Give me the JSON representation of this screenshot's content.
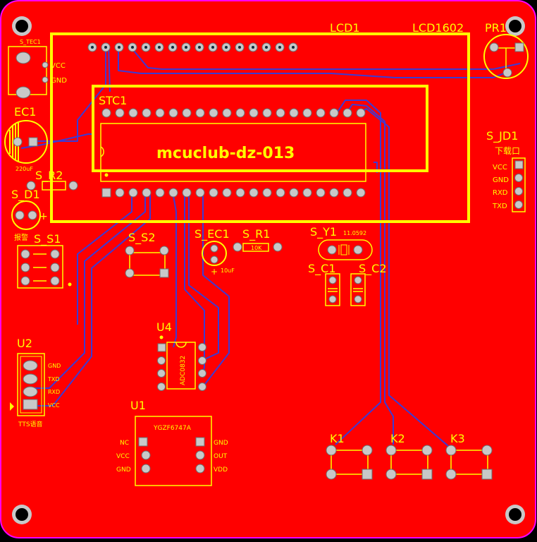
{
  "colors": {
    "board": "#ff0000",
    "silkscreen": "#ffff00",
    "trace": "#3b3bd6",
    "outline": "#ff00ff",
    "pad": "#c8c8c8"
  },
  "board": {
    "center_label": "mcuclub-dz-013"
  },
  "components": {
    "lcd_ref": "LCD1",
    "lcd_value": "LCD1602",
    "mcu_ref": "STC1",
    "pr_ref": "PR1",
    "s_tec_ref": "S_TEC1",
    "s_tec_vcc": "VCC",
    "s_tec_gnd": "GND",
    "ec1_ref": "EC1",
    "ec1_value": "220uF",
    "sr2_ref": "S_R2",
    "sd1_ref": "S_D1",
    "sd1_note": "报警",
    "ss1_ref": "S_S1",
    "ss2_ref": "S_S2",
    "sec1_ref": "S_EC1",
    "sec1_value": "10uF",
    "sr1_ref": "S_R1",
    "sr1_value": "10K",
    "sy1_ref": "S_Y1",
    "sy1_value": "11.0592",
    "sc1_ref": "S_C1",
    "sc2_ref": "S_C2",
    "sjd1_ref": "S_JD1",
    "sjd1_title": "下载口",
    "sjd1_pins": [
      "VCC",
      "GND",
      "RXD",
      "TXD"
    ],
    "u4_ref": "U4",
    "u4_chip": "ADC0832",
    "u2_ref": "U2",
    "u2_pins": [
      "GND",
      "TXD",
      "RXD",
      "VCC"
    ],
    "u2_note": "TTS语音",
    "u1_ref": "U1",
    "u1_chip": "YGZF6747A",
    "u1_left": [
      "NC",
      "VCC",
      "GND"
    ],
    "u1_right": [
      "GND",
      "OUT",
      "VDD"
    ],
    "k1_ref": "K1",
    "k2_ref": "K2",
    "k3_ref": "K3"
  }
}
